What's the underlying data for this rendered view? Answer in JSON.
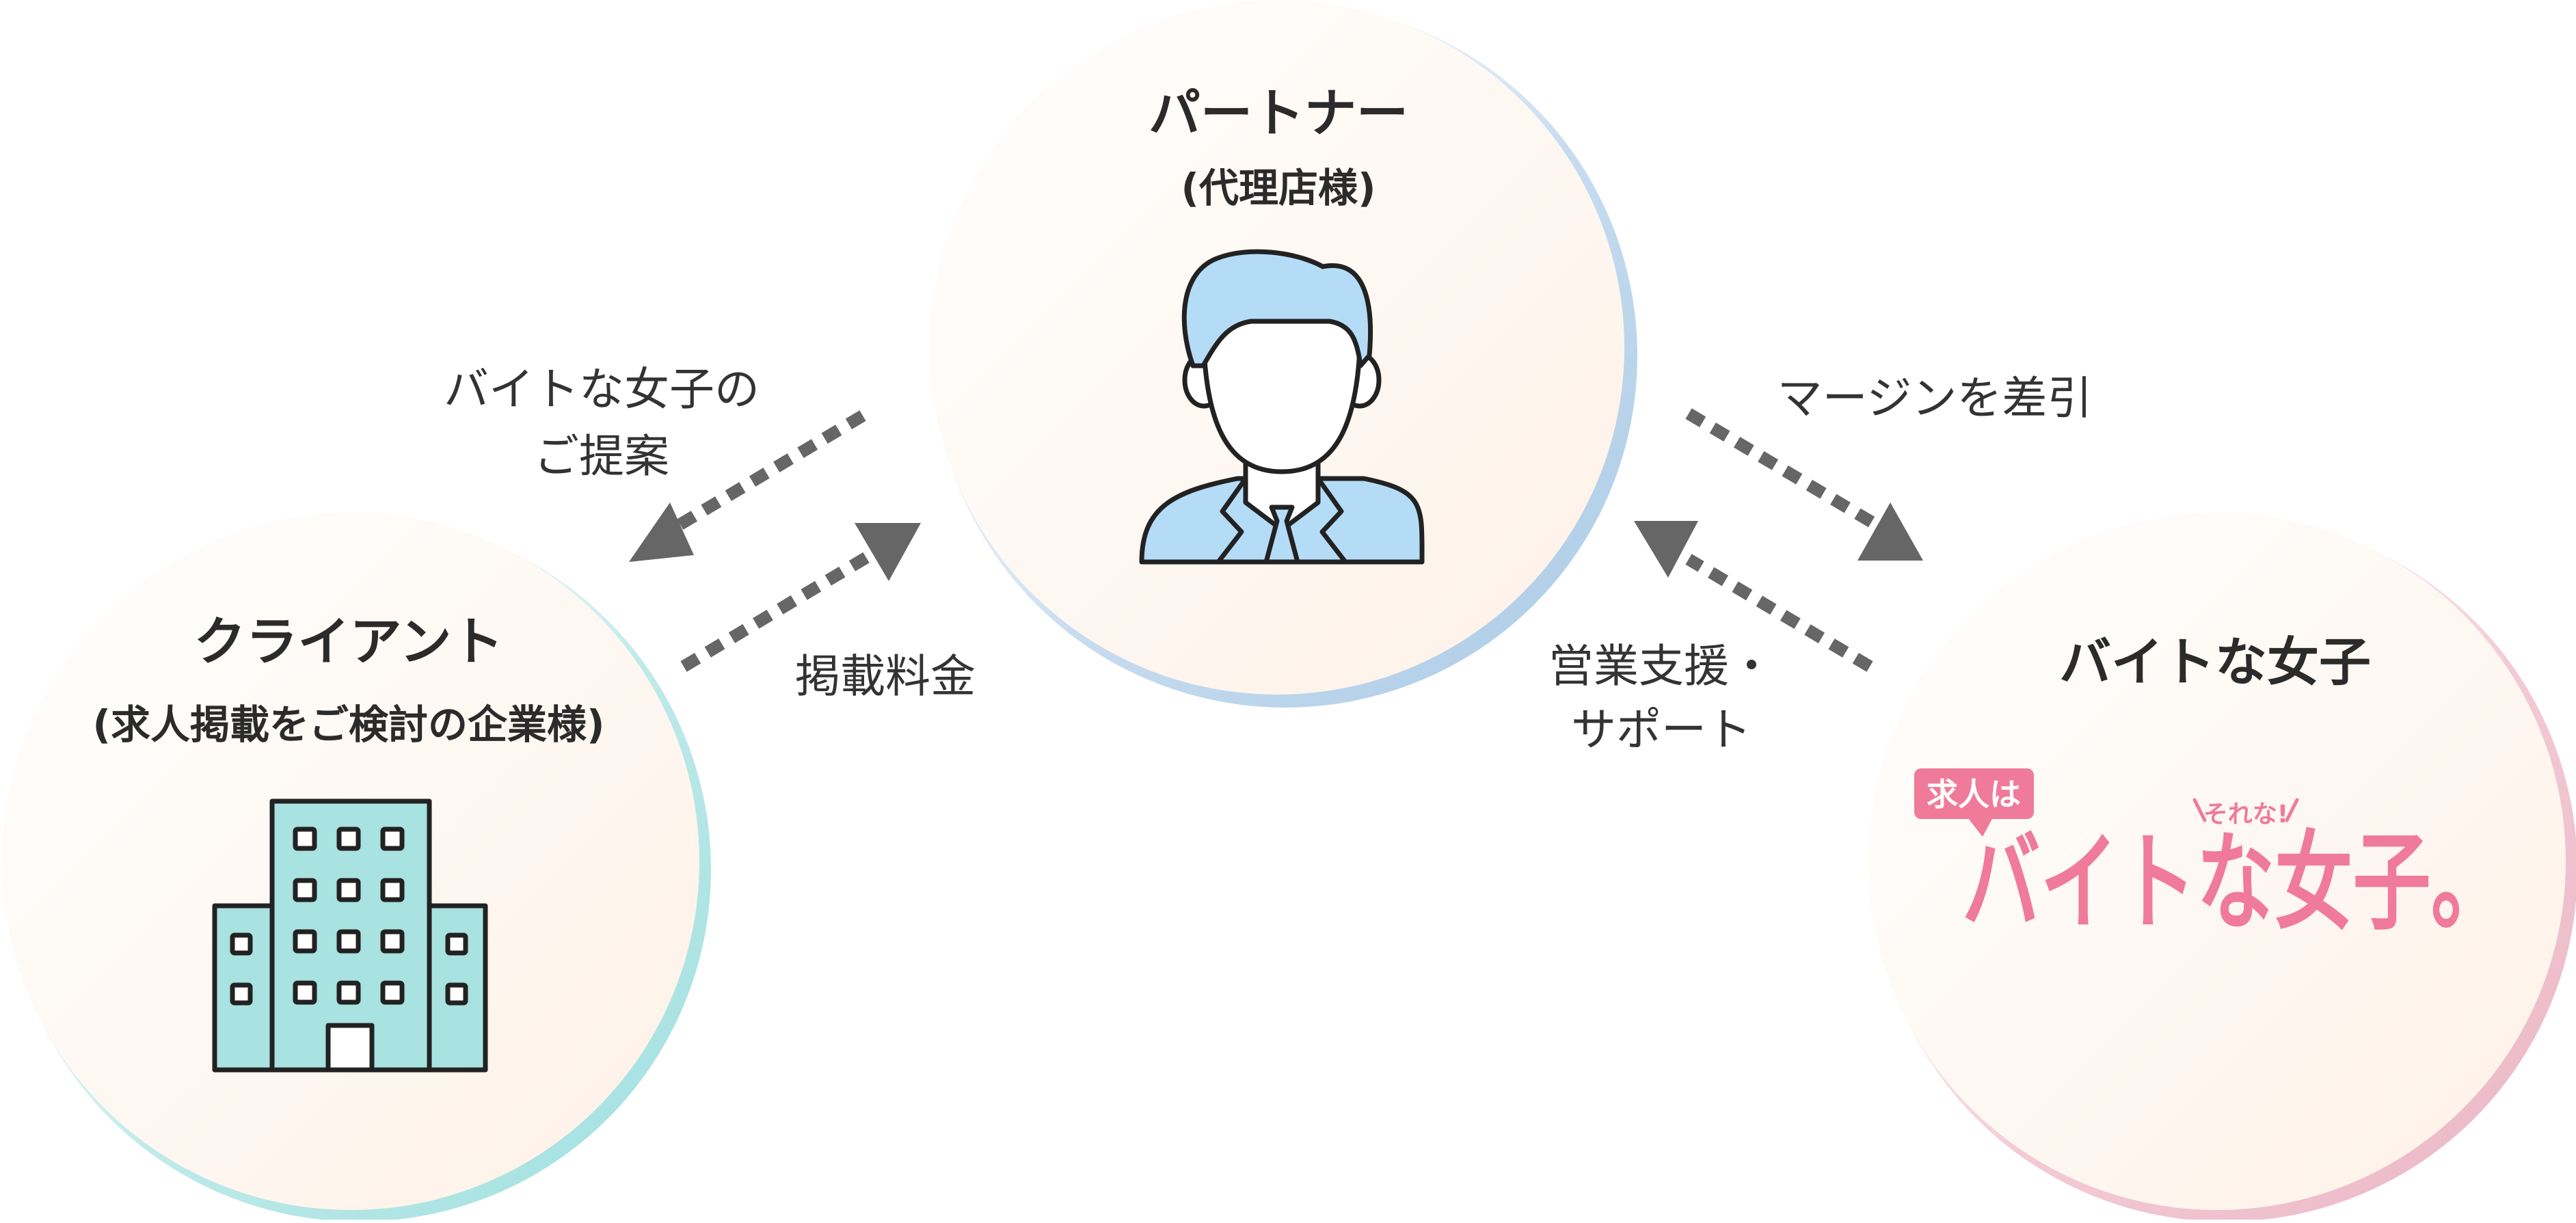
{
  "colors": {
    "arrow": "#666666",
    "partner_ring": "#b9d5ea",
    "client_ring": "#a7e3e3",
    "baito_ring": "#f0bccb",
    "building_fill": "#a8e2e1",
    "person_fill": "#b5dcf7",
    "logo_pink": "#f07a9a"
  },
  "nodes": {
    "partner": {
      "title": "パートナー",
      "subtitle": "(代理店様)",
      "icon": "person-icon"
    },
    "client": {
      "title": "クライアント",
      "subtitle": "(求人掲載をご検討の企業様)",
      "icon": "building-icon"
    },
    "baito": {
      "title": "バイトな女子",
      "icon": "logo"
    }
  },
  "logo": {
    "tag": "求人は",
    "aside": "それな!",
    "main": "バイトな女子。"
  },
  "flows": {
    "proposal": [
      "バイトな女子の",
      "ご提案"
    ],
    "fee": "掲載料金",
    "margin": "マージンを差引",
    "support": [
      "営業支援・",
      "サポート"
    ]
  }
}
